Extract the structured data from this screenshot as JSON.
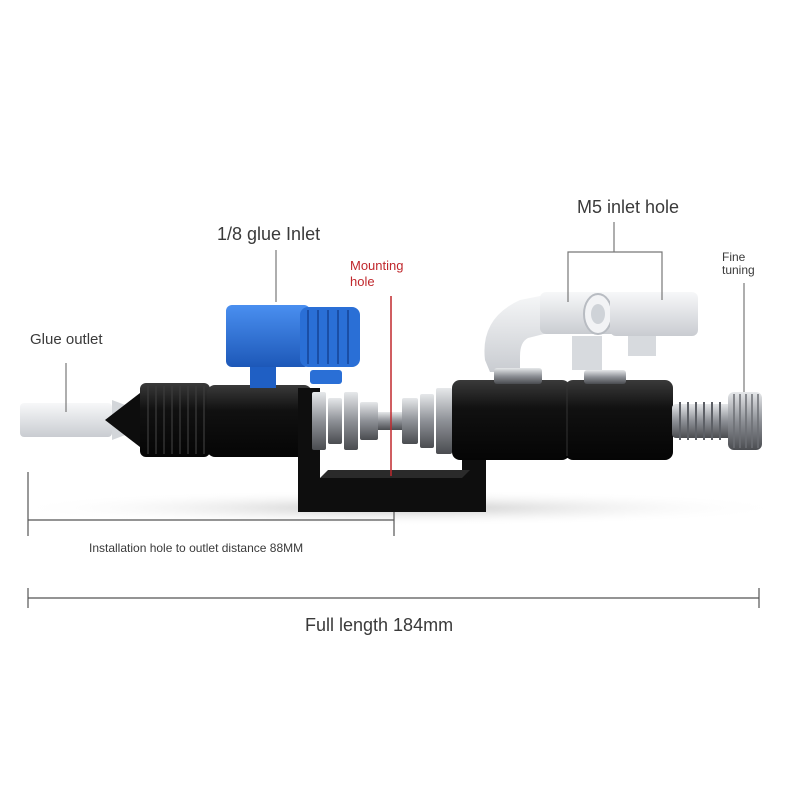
{
  "labels": {
    "glue_outlet": "Glue outlet",
    "glue_inlet": "1/8 glue Inlet",
    "mounting_hole_line1": "Mounting",
    "mounting_hole_line2": "hole",
    "m5_inlet": "M5 inlet hole",
    "fine_tuning_line1": "Fine",
    "fine_tuning_line2": "tuning",
    "installation_distance": "Installation hole to outlet distance 88MM",
    "full_length": "Full length 184mm"
  },
  "colors": {
    "label_text": "#3a3a3a",
    "mounting_label": "#c0282d",
    "inlet_blue": "#2a6fd6",
    "valve_body": "#111111",
    "fitting_white": "#e4e6ea",
    "steel": "#a9adb3"
  }
}
